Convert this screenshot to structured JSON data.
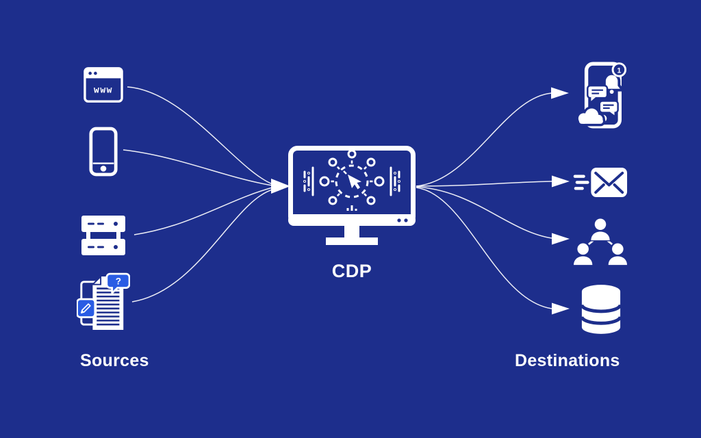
{
  "canvas": {
    "background_color": "#1d2e8c",
    "accent_color": "#2a5ce4",
    "icon_color": "#ffffff"
  },
  "center": {
    "label": "CDP",
    "icon": "cdp-monitor-icon"
  },
  "sources": {
    "label": "Sources",
    "items": [
      {
        "name": "website",
        "icon": "browser-window-icon",
        "text": "www"
      },
      {
        "name": "mobile-app",
        "icon": "smartphone-icon"
      },
      {
        "name": "server",
        "icon": "server-rack-icon"
      },
      {
        "name": "documents",
        "icon": "documents-icon",
        "question_badge": "?",
        "pencil_badge": "edit-pencil-icon"
      }
    ]
  },
  "destinations": {
    "label": "Destinations",
    "items": [
      {
        "name": "mobile-push",
        "icon": "phone-notifications-icon",
        "notification_count": "1"
      },
      {
        "name": "email",
        "icon": "email-send-icon"
      },
      {
        "name": "audience",
        "icon": "audience-network-icon"
      },
      {
        "name": "data-warehouse",
        "icon": "database-icon"
      }
    ]
  }
}
